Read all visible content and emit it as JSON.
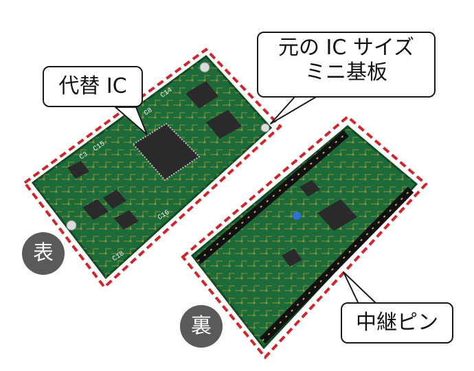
{
  "labels": {
    "replacement_ic": "代替 IC",
    "original_size_line1": "元の IC サイズ",
    "original_size_line2": "ミニ基板",
    "relay_pins": "中継ピン",
    "front": "表",
    "back": "裏"
  },
  "colors": {
    "pcb": "#1e6b3a",
    "pcb_dark": "#0f4a25",
    "trace": "#c8a23a",
    "silkscreen": "#f2f2f2",
    "outline": "#d2232a",
    "chip": "#2a2a2a",
    "badge": "#5a5a5a"
  },
  "board_silkscreen": [
    "C3",
    "C15",
    "C16",
    "C18",
    "C14",
    "C8"
  ]
}
